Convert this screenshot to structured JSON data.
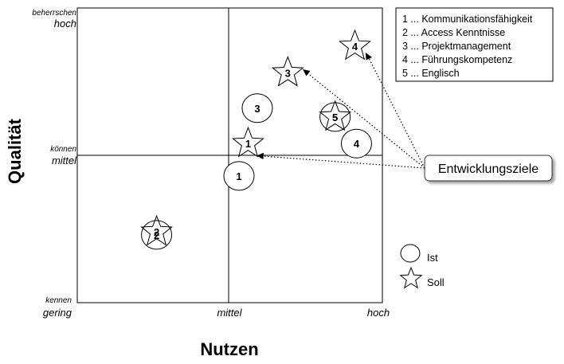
{
  "y_axis": {
    "title": "Qualität",
    "levels": [
      {
        "top": "beherrschen",
        "main": "hoch"
      },
      {
        "top": "können",
        "main": "mittel"
      },
      {
        "top": "kennen",
        "main": "gering"
      }
    ]
  },
  "x_axis": {
    "title": "Nutzen",
    "levels": [
      "mittel",
      "hoch"
    ]
  },
  "legend": [
    "1 ... Kommunikationsfähigkeit",
    "2 ... Access Kenntnisse",
    "3 ... Projektmanagement",
    "4 ... Führungskompetenz",
    "5 ... Englisch"
  ],
  "callout": "Entwicklungsziele",
  "key": {
    "ist": "Ist",
    "soll": "Soll"
  },
  "ist_markers": [
    {
      "label": "1",
      "nutzen": 0.06,
      "qualitaet": 0.43
    },
    {
      "label": "2",
      "nutzen": -0.48,
      "qualitaet": 0.23
    },
    {
      "label": "3",
      "nutzen": 0.18,
      "qualitaet": 0.66
    },
    {
      "label": "4",
      "nutzen": 0.83,
      "qualitaet": 0.54
    },
    {
      "label": "5",
      "nutzen": 0.69,
      "qualitaet": 0.63
    }
  ],
  "soll_markers": [
    {
      "label": "1",
      "nutzen": 0.12,
      "qualitaet": 0.54
    },
    {
      "label": "2",
      "nutzen": -0.48,
      "qualitaet": 0.24
    },
    {
      "label": "3",
      "nutzen": 0.38,
      "qualitaet": 0.78
    },
    {
      "label": "4",
      "nutzen": 0.82,
      "qualitaet": 0.87
    },
    {
      "label": "5",
      "nutzen": 0.69,
      "qualitaet": 0.63
    }
  ]
}
